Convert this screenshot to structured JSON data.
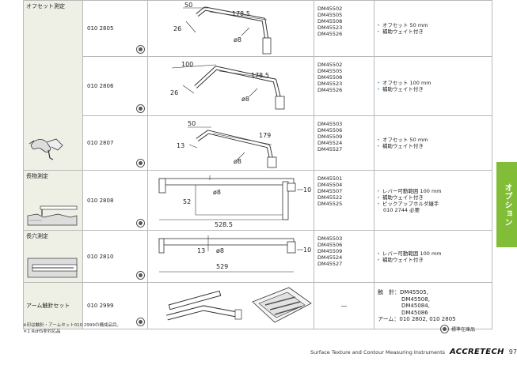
{
  "categories": {
    "offset": "オフセット測定",
    "long": "長物測定",
    "longhole": "長穴測定",
    "arm": "アーム触針セット"
  },
  "rows": [
    {
      "code": "010 2805",
      "dims": {
        "a": "50",
        "b": "178.5",
        "c": "26",
        "d": "ø8"
      },
      "models": [
        "DM45502",
        "DM45505",
        "DM45508",
        "DM45523",
        "DM45526"
      ],
      "specs": [
        "オフセット 50 mm",
        "補助ウェイト付き"
      ]
    },
    {
      "code": "010 2806",
      "dims": {
        "a": "100",
        "b": "178.5",
        "c": "26",
        "d": "ø8"
      },
      "models": [
        "DM45502",
        "DM45505",
        "DM45508",
        "DM45523",
        "DM45526"
      ],
      "specs": [
        "オフセット 100 mm",
        "補助ウェイト付き"
      ]
    },
    {
      "code": "010 2807",
      "dims": {
        "a": "50",
        "b": "179",
        "c": "13",
        "d": "ø8"
      },
      "models": [
        "DM45503",
        "DM45506",
        "DM45509",
        "DM45524",
        "DM45527"
      ],
      "specs": [
        "オフセット 50 mm",
        "補助ウェイト付き"
      ]
    },
    {
      "code": "010 2808",
      "dims": {
        "d": "ø8",
        "h": "52",
        "w": "528.5",
        "t": "10"
      },
      "models": [
        "DM45501",
        "DM45504",
        "DM45507",
        "DM45522",
        "DM45525"
      ],
      "specs": [
        "レバー可動範囲 100 mm",
        "補助ウェイト付き",
        "ピックアップホルダ継手"
      ],
      "spec_extra": "010 2744 必要"
    },
    {
      "code": "010 2810",
      "dims": {
        "c": "13",
        "d": "ø8",
        "w": "529",
        "t": "10"
      },
      "models": [
        "DM45503",
        "DM45506",
        "DM45509",
        "DM45524",
        "DM45527"
      ],
      "specs": [
        "レバー可動範囲 100 mm",
        "補助ウェイト付き"
      ]
    },
    {
      "code": "010 2999",
      "models_dash": "—",
      "tip_label": "触　針：",
      "tip_values": [
        "DM45505,",
        "DM45508,",
        "DM45084,",
        "DM45086"
      ],
      "arm_label": "アーム：",
      "arm_values": "010 2802, 010 2805"
    }
  ],
  "side_tab": "オプション",
  "notes": [
    "※印は触針・アームセット010 2999の構成品目。",
    "＊1 RoHS非対応品"
  ],
  "legend": "標準在庫品",
  "footer": {
    "text": "Surface Texture and Contour Measuring Instruments",
    "brand": "ACCRETECH",
    "page": "97"
  },
  "icons": [
    "stock-icon"
  ]
}
